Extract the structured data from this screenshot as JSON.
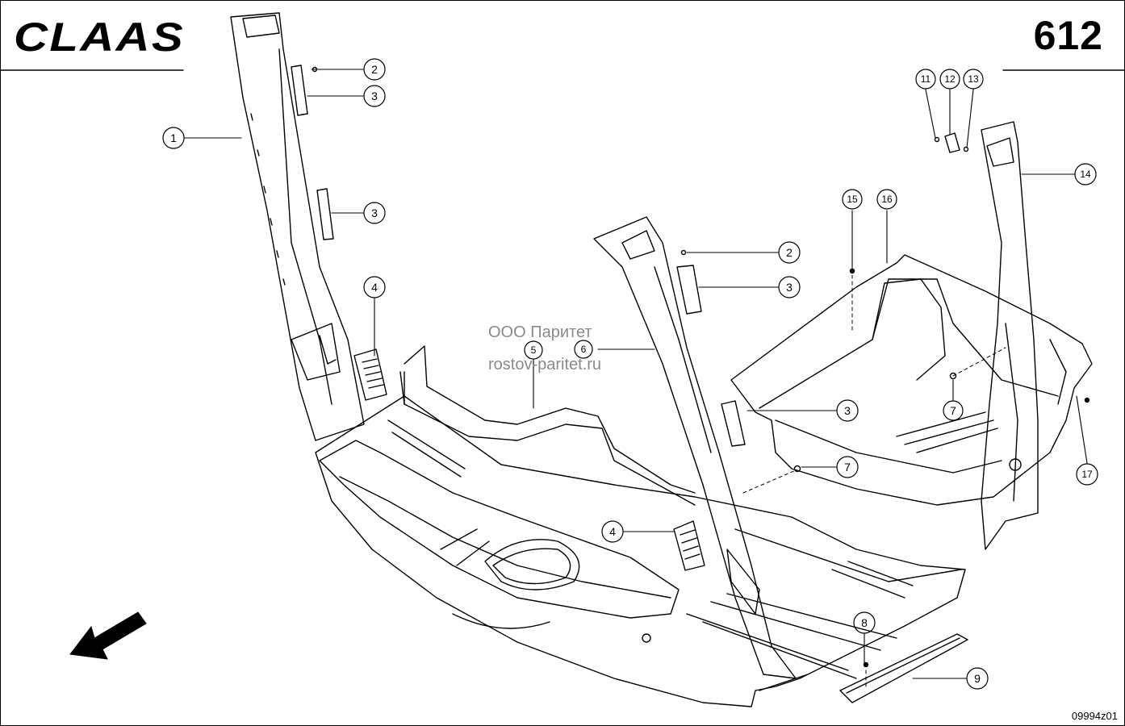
{
  "header": {
    "brand": "CLAAS",
    "page_number": "612"
  },
  "footer": {
    "drawing_id": "09994z01"
  },
  "watermark": {
    "line1": "ООО Паритет",
    "line2": "rostov-paritet.ru"
  },
  "callouts": [
    {
      "label": "1"
    },
    {
      "label": "2"
    },
    {
      "label": "3"
    },
    {
      "label": "3"
    },
    {
      "label": "4"
    },
    {
      "label": "5"
    },
    {
      "label": "6"
    },
    {
      "label": "2"
    },
    {
      "label": "3"
    },
    {
      "label": "3"
    },
    {
      "label": "7"
    },
    {
      "label": "4"
    },
    {
      "label": "8"
    },
    {
      "label": "9"
    },
    {
      "label": "11"
    },
    {
      "label": "12"
    },
    {
      "label": "13"
    },
    {
      "label": "14"
    },
    {
      "label": "15"
    },
    {
      "label": "16"
    },
    {
      "label": "7"
    },
    {
      "label": "17"
    }
  ]
}
